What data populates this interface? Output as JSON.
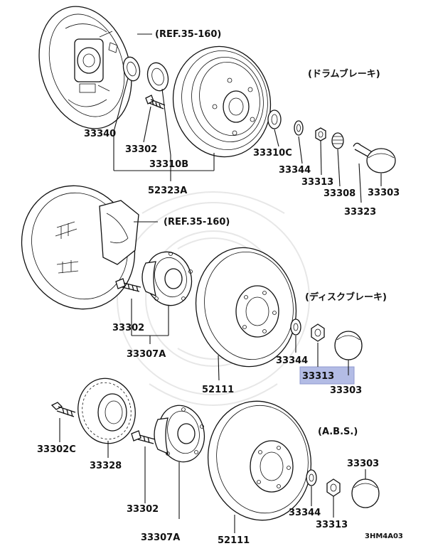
{
  "sections": {
    "drum": {
      "heading": "(ドラムブレーキ)",
      "ref": "(REF.35-160)",
      "labels": [
        "33340",
        "33302",
        "33310B",
        "52323A",
        "33310C",
        "33344",
        "33313",
        "33308",
        "33303",
        "33323"
      ]
    },
    "disc": {
      "heading": "(ディスクブレーキ)",
      "ref": "(REF.35-160)",
      "labels": [
        "33302",
        "33307A",
        "52111",
        "33344",
        "33313",
        "33303"
      ],
      "highlighted_label": "33313",
      "highlight_color": "#9aa6dd"
    },
    "abs": {
      "heading": "(A.B.S.)",
      "labels": [
        "33302C",
        "33328",
        "33302",
        "33307A",
        "52111",
        "33344",
        "33313",
        "33303"
      ]
    }
  },
  "diagram_code": "3HM4A03"
}
